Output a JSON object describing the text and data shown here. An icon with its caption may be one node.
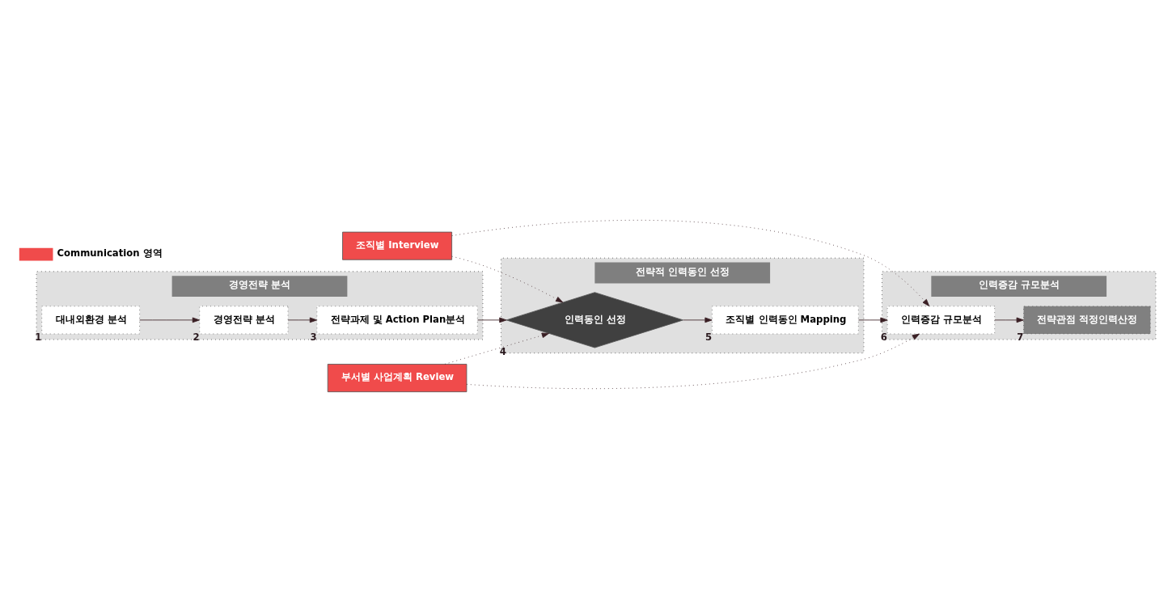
{
  "diagram": {
    "nodes": [
      {
        "text": [
          "경영전략 분석"
        ]
      },
      {
        "text": [
          "대내외환경 분석"
        ],
        "in": 0,
        "beside": [
          "1"
        ]
      },
      {
        "text": [
          "경영전략 분석"
        ],
        "in": 0,
        "beside": [
          "2"
        ]
      },
      {
        "text": [
          "전략과제 및 Action Plan분석"
        ],
        "in": 0,
        "beside": [
          "3"
        ]
      },
      {
        "text": [
          "전략적 인력동인 선정"
        ]
      },
      {
        "text": [
          "조직별 Interview"
        ]
      },
      {
        "text": [
          "부서별 사업계획 Review"
        ]
      },
      {
        "text": [
          "인력동인 선정"
        ],
        "in": 4,
        "beside": [
          "4"
        ]
      },
      {
        "text": [
          "조직별 인력동인 Mapping"
        ],
        "in": 4,
        "beside": [
          "5"
        ]
      },
      {
        "text": [
          "인력증감 규모분석"
        ]
      },
      {
        "text": [
          "인력증감 규모분석"
        ],
        "in": 9,
        "beside": [
          "6"
        ]
      },
      {
        "text": [
          "전략관점 적정인력산정"
        ],
        "in": 9,
        "beside": [
          "7"
        ]
      }
    ],
    "edges": [
      {
        "from": 1,
        "to": 2,
        "arrow": "to"
      },
      {
        "from": 2,
        "to": 3,
        "arrow": "to"
      },
      {
        "from": 3,
        "to": 7,
        "arrow": "to"
      },
      {
        "from": 5,
        "to": 7,
        "arrow": "to",
        "style": "dashed"
      },
      {
        "from": 6,
        "to": 7,
        "arrow": "to",
        "style": "dashed"
      },
      {
        "from": 5,
        "to": 10,
        "arrow": "to",
        "style": "dashed"
      },
      {
        "from": 6,
        "to": 10,
        "arrow": "to",
        "style": "dashed"
      },
      {
        "from": 7,
        "to": 8,
        "arrow": "to"
      },
      {
        "from": 8,
        "to": 10,
        "arrow": "to"
      },
      {
        "from": 10,
        "to": 11,
        "arrow": "to"
      }
    ],
    "legend": [
      {
        "text": "Communication 영역",
        "color": "#f04b4b"
      }
    ]
  }
}
